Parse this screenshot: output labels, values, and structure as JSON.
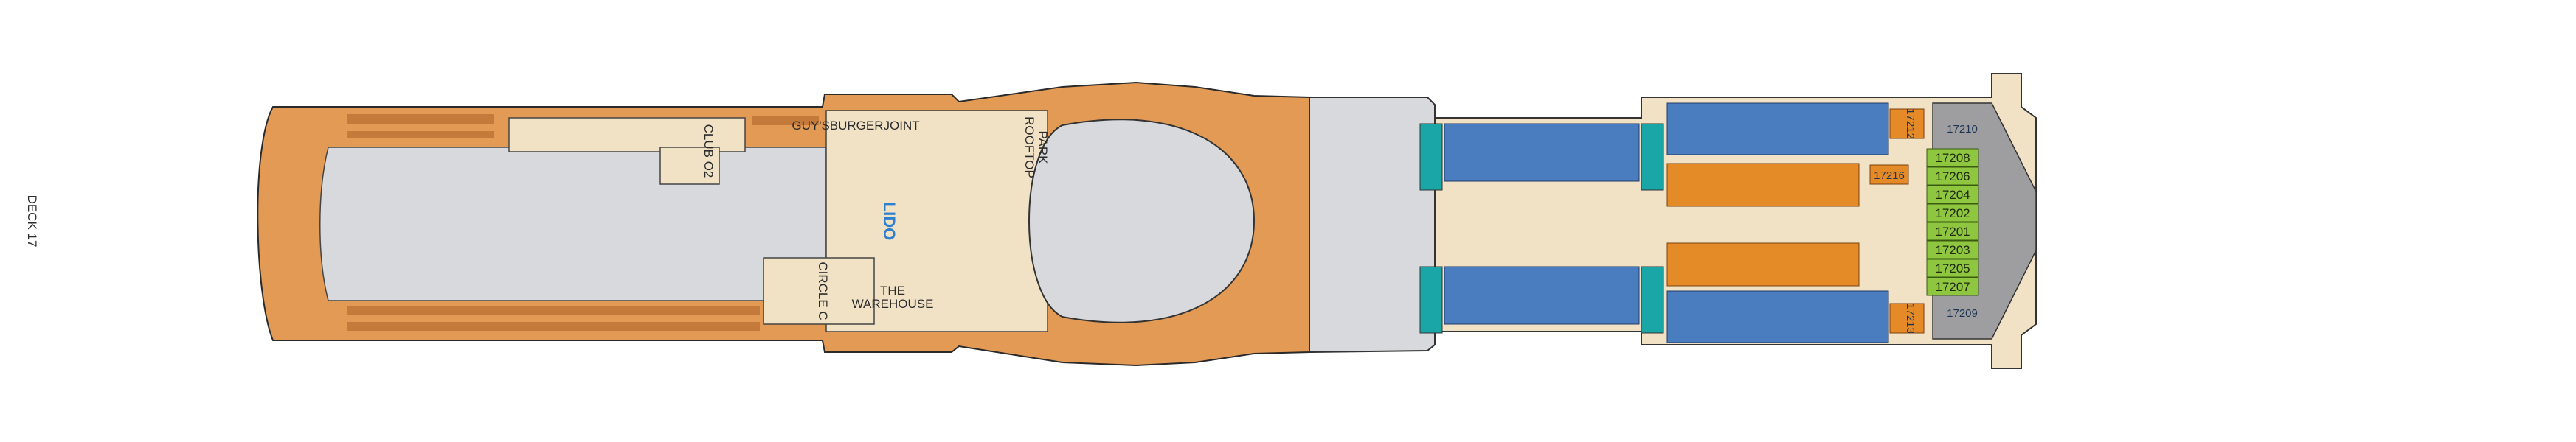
{
  "deck": {
    "label": "DECK 17"
  },
  "venues": {
    "burger": "GUY'SBURGERJOINT",
    "club": "CLUB O2",
    "circle": "CIRCLE C",
    "warehouse_line1": "THE",
    "warehouse_line2": "WAREHOUSE",
    "lido": "LIDO",
    "rooftop_line1": "ROOFTOP",
    "rooftop_line2": "PARK"
  },
  "cabins": {
    "forward_suites_right": [
      "17208",
      "17206",
      "17204",
      "17202",
      "17201",
      "17203",
      "17205",
      "17207"
    ],
    "forward_corner_top": "17210",
    "forward_corner_bottom": "17209",
    "orange_top": "17212",
    "orange_mid": "17216",
    "orange_bottom": "17213"
  },
  "colors": {
    "deck_orange": "#e39a55",
    "pool_gray": "#d7d9dc",
    "interior_cream": "#f1e2c6",
    "cabin_blue": "#4a7cc0",
    "cabin_orange": "#e48a27",
    "cabin_green": "#8fc63f",
    "cabin_teal": "#1aa6a6",
    "hull_gray": "#9e9ea0"
  }
}
